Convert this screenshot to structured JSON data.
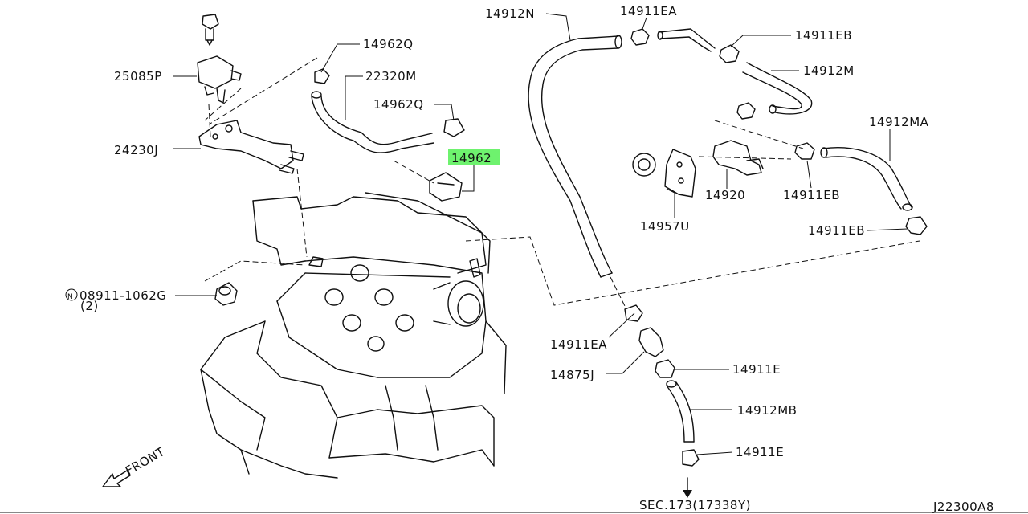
{
  "diagram_id": "J22300A8",
  "highlight_color": "#6ef26e",
  "labels": {
    "p25085P": "25085P",
    "p24230J": "24230J",
    "p08911": "08911-1062G",
    "p08911_qty": "(2)",
    "p08911_prefix": "N",
    "p14962Q_top": "14962Q",
    "p22320M": "22320M",
    "p14962Q_mid": "14962Q",
    "p14962": "14962",
    "p14912N": "14912N",
    "p14911EA_top": "14911EA",
    "p14911EB_top": "14911EB",
    "p14912M": "14912M",
    "p14912MA": "14912MA",
    "p14920": "14920",
    "p14911EB_mid": "14911EB",
    "p14957U": "14957U",
    "p14911EB_right": "14911EB",
    "p14911EA_low": "14911EA",
    "p14875J": "14875J",
    "p14911E_1": "14911E",
    "p14912MB": "14912MB",
    "p14911E_2": "14911E",
    "sec": "SEC.173(17338Y)",
    "front": "FRONT"
  }
}
